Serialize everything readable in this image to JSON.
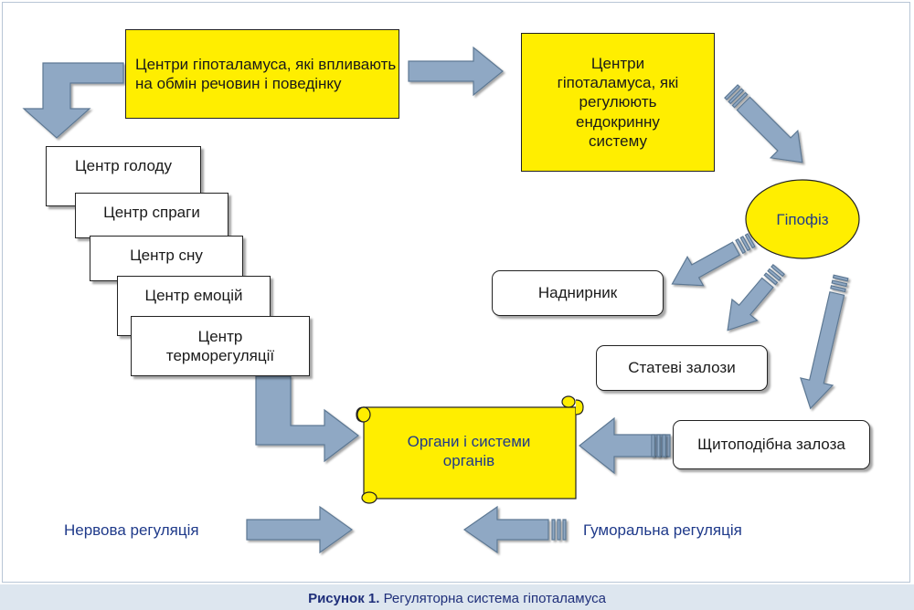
{
  "boxes": {
    "metabolism": "Центри гіпоталамуса, які впливають на обмін речовин і поведінку",
    "endocrine": "Центри гіпоталамуса, які регулюють ендокринну систему",
    "pituitary": "Гіпофіз",
    "hunger": "Центр голоду",
    "thirst": "Центр спраги",
    "sleep": "Центр сну",
    "emotions": "Центр емоцій",
    "thermo": "Центр терморегуляції",
    "adrenal": "Наднирник",
    "gonads": "Статеві залози",
    "thyroid": "Щитоподібна залоза",
    "organs": "Органи і системи органів"
  },
  "legend": {
    "nervous": "Нервова регуляція",
    "humoral": "Гуморальна регуляція"
  },
  "caption": {
    "label": "Рисунок 1.",
    "text": "Регуляторна система гіпоталамуса"
  },
  "colors": {
    "yellow": "#ffee00",
    "arrow_fill": "#8fa8c4",
    "arrow_stroke": "#5d7893",
    "label_blue": "#1f3a8a"
  }
}
